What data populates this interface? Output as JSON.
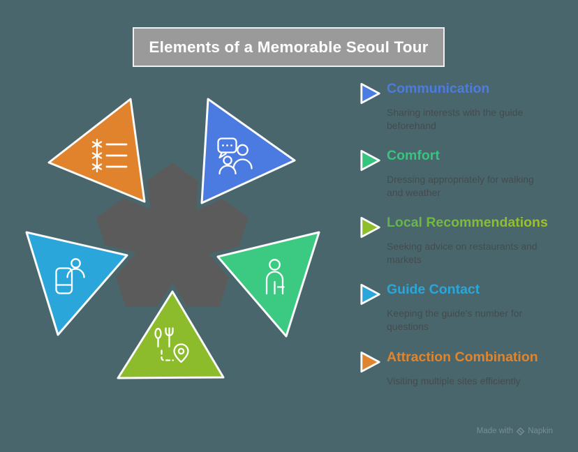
{
  "colors": {
    "background": "#4a666d",
    "title_box_fill": "#9a9a9a",
    "title_box_border": "#f0f0f0",
    "title_text": "#ffffff",
    "pentagon": "#5b5b5b",
    "description_text": "#434b4d",
    "watermark_text": "#778e95"
  },
  "title": "Elements of a Memorable Seoul Tour",
  "legend": {
    "items": [
      {
        "label": "Communication",
        "description": "Sharing interests with the guide\nbeforehand",
        "color": "#4a7ce1",
        "bullet_icon": "triangle-bullet-icon"
      },
      {
        "label": "Comfort",
        "description": "Dressing appropriately for walking\nand weather",
        "color": "#35c57f",
        "bullet_icon": "triangle-bullet-icon"
      },
      {
        "label": "Local Recommendations",
        "description": "Seeking advice on restaurants and\nmarkets",
        "color": "#8fbe2b",
        "color_start": "#5eb54d",
        "color_end": "#abc51c",
        "bullet_icon": "triangle-bullet-icon"
      },
      {
        "label": "Guide Contact",
        "description": "Keeping the guide's number for\nquestions",
        "color": "#29a7db",
        "bullet_icon": "triangle-bullet-icon"
      },
      {
        "label": "Attraction Combination",
        "description": "Visiting multiple sites efficiently",
        "color": "#e0852f",
        "bullet_icon": "triangle-bullet-icon"
      }
    ]
  },
  "diagram": {
    "center_shape": "pentagon",
    "elements": [
      {
        "name": "attraction-combination",
        "position": "top-left",
        "triangle_color": "#e0832c",
        "icon": "list-icon"
      },
      {
        "name": "communication",
        "position": "top-right",
        "triangle_color": "#4b7be0",
        "icon": "chat-people-icon"
      },
      {
        "name": "guide-contact",
        "position": "left",
        "triangle_color": "#2aa6da",
        "icon": "phone-person-icon"
      },
      {
        "name": "comfort",
        "position": "right",
        "triangle_color": "#3cc981",
        "icon": "person-icon"
      },
      {
        "name": "local-recommendations",
        "position": "bottom",
        "triangle_color": "#8cbc2b",
        "icon": "food-map-pin-icon"
      }
    ]
  },
  "watermark": {
    "text_prefix": "Made with",
    "brand": "Napkin"
  }
}
